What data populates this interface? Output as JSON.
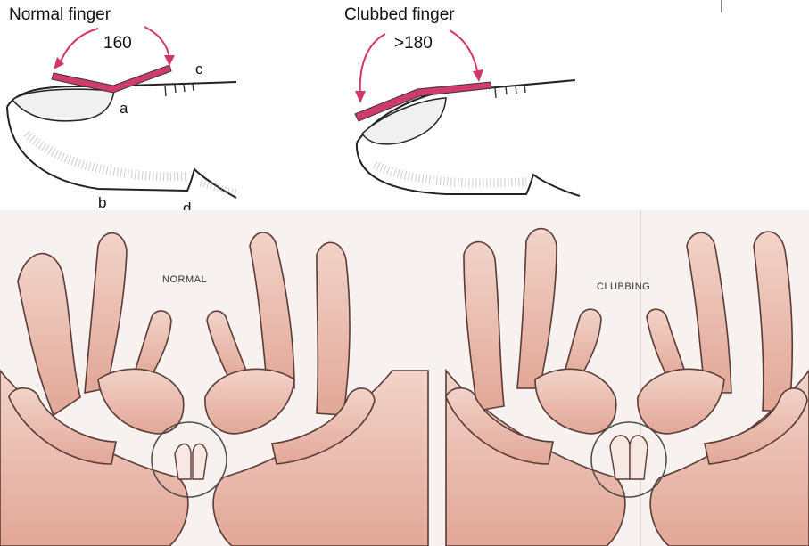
{
  "top": {
    "normal": {
      "title": "Normal finger",
      "angle": "160",
      "letters": [
        "a",
        "b",
        "c",
        "d"
      ]
    },
    "clubbed": {
      "title": "Clubbed finger",
      "angle": ">180"
    }
  },
  "bottom": {
    "normal_caption": "NORMAL",
    "clubbing_caption": "CLUBBING"
  },
  "colors": {
    "angle_bar": "#d03c6a",
    "arrow": "#d6336c",
    "skin_light": "#f2d3c9",
    "skin_mid": "#e7b3a6",
    "skin_dark": "#c98678",
    "outline": "#5a3b36",
    "paper": "#f7f2ef"
  }
}
